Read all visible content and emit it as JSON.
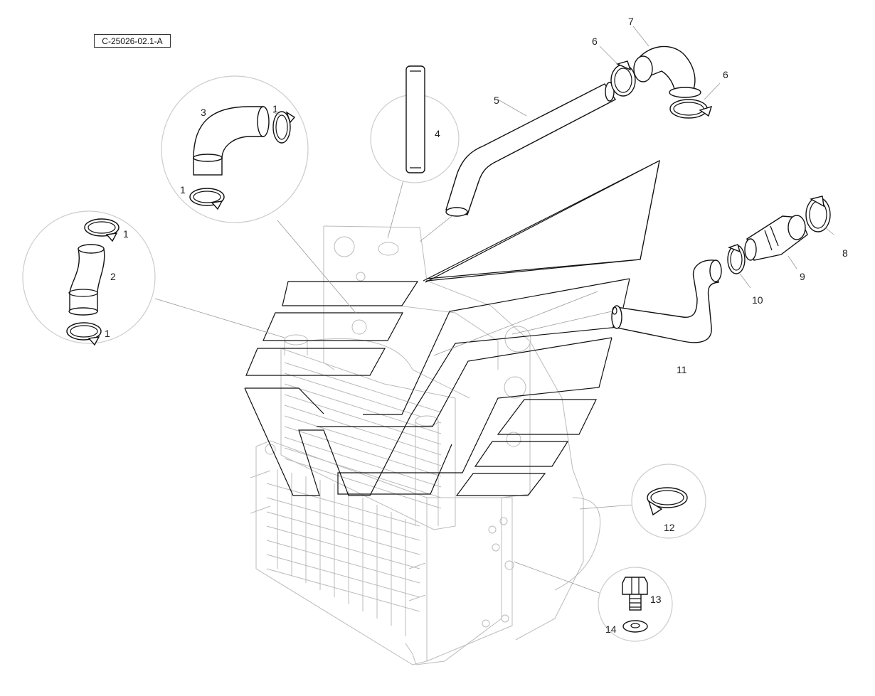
{
  "reference_code": "C-25026-02.1-A",
  "callouts": [
    {
      "id": "callout-1a",
      "text": "1"
    },
    {
      "id": "callout-1b",
      "text": "1"
    },
    {
      "id": "callout-1c",
      "text": "1"
    },
    {
      "id": "callout-1d",
      "text": "1"
    },
    {
      "id": "callout-2",
      "text": "2"
    },
    {
      "id": "callout-3",
      "text": "3"
    },
    {
      "id": "callout-4",
      "text": "4"
    },
    {
      "id": "callout-5",
      "text": "5"
    },
    {
      "id": "callout-6a",
      "text": "6"
    },
    {
      "id": "callout-6b",
      "text": "6"
    },
    {
      "id": "callout-7",
      "text": "7"
    },
    {
      "id": "callout-8",
      "text": "8"
    },
    {
      "id": "callout-9",
      "text": "9"
    },
    {
      "id": "callout-10",
      "text": "10"
    },
    {
      "id": "callout-11",
      "text": "11"
    },
    {
      "id": "callout-12",
      "text": "12"
    },
    {
      "id": "callout-13",
      "text": "13"
    },
    {
      "id": "callout-14",
      "text": "14"
    }
  ],
  "colors": {
    "line": "#111111",
    "ghost": "#bbbbbb",
    "detail_circle": "#cccccc",
    "background": "#ffffff"
  }
}
